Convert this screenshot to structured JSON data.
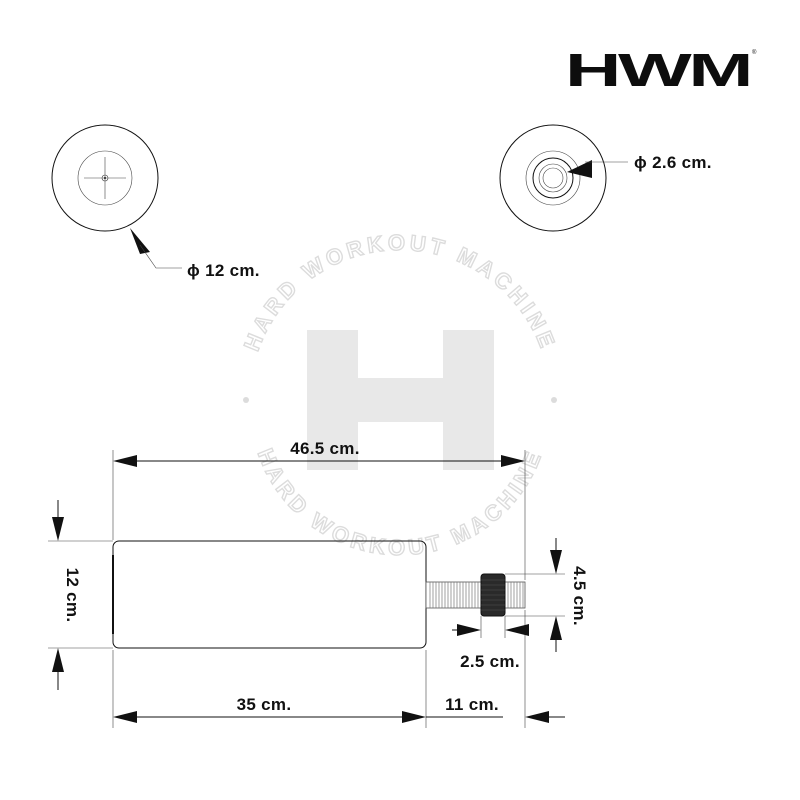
{
  "brand": {
    "logo_text": "HWM",
    "registered_mark": "®",
    "watermark_letter": "H",
    "watermark_ring_text": "HARD WORKOUT MACHINE",
    "watermark_color": "#e8e8e8"
  },
  "dimensions": {
    "outer_diameter": "ϕ 12 cm.",
    "inner_diameter": "ϕ 2.6 cm.",
    "total_length": "46.5 cm.",
    "body_length": "35 cm.",
    "shaft_length": "11 cm.",
    "body_height": "12 cm.",
    "nut_height": "4.5 cm.",
    "nut_width": "2.5 cm."
  },
  "colors": {
    "line": "#111111",
    "text": "#111111",
    "watermark": "#e5e5e5"
  }
}
